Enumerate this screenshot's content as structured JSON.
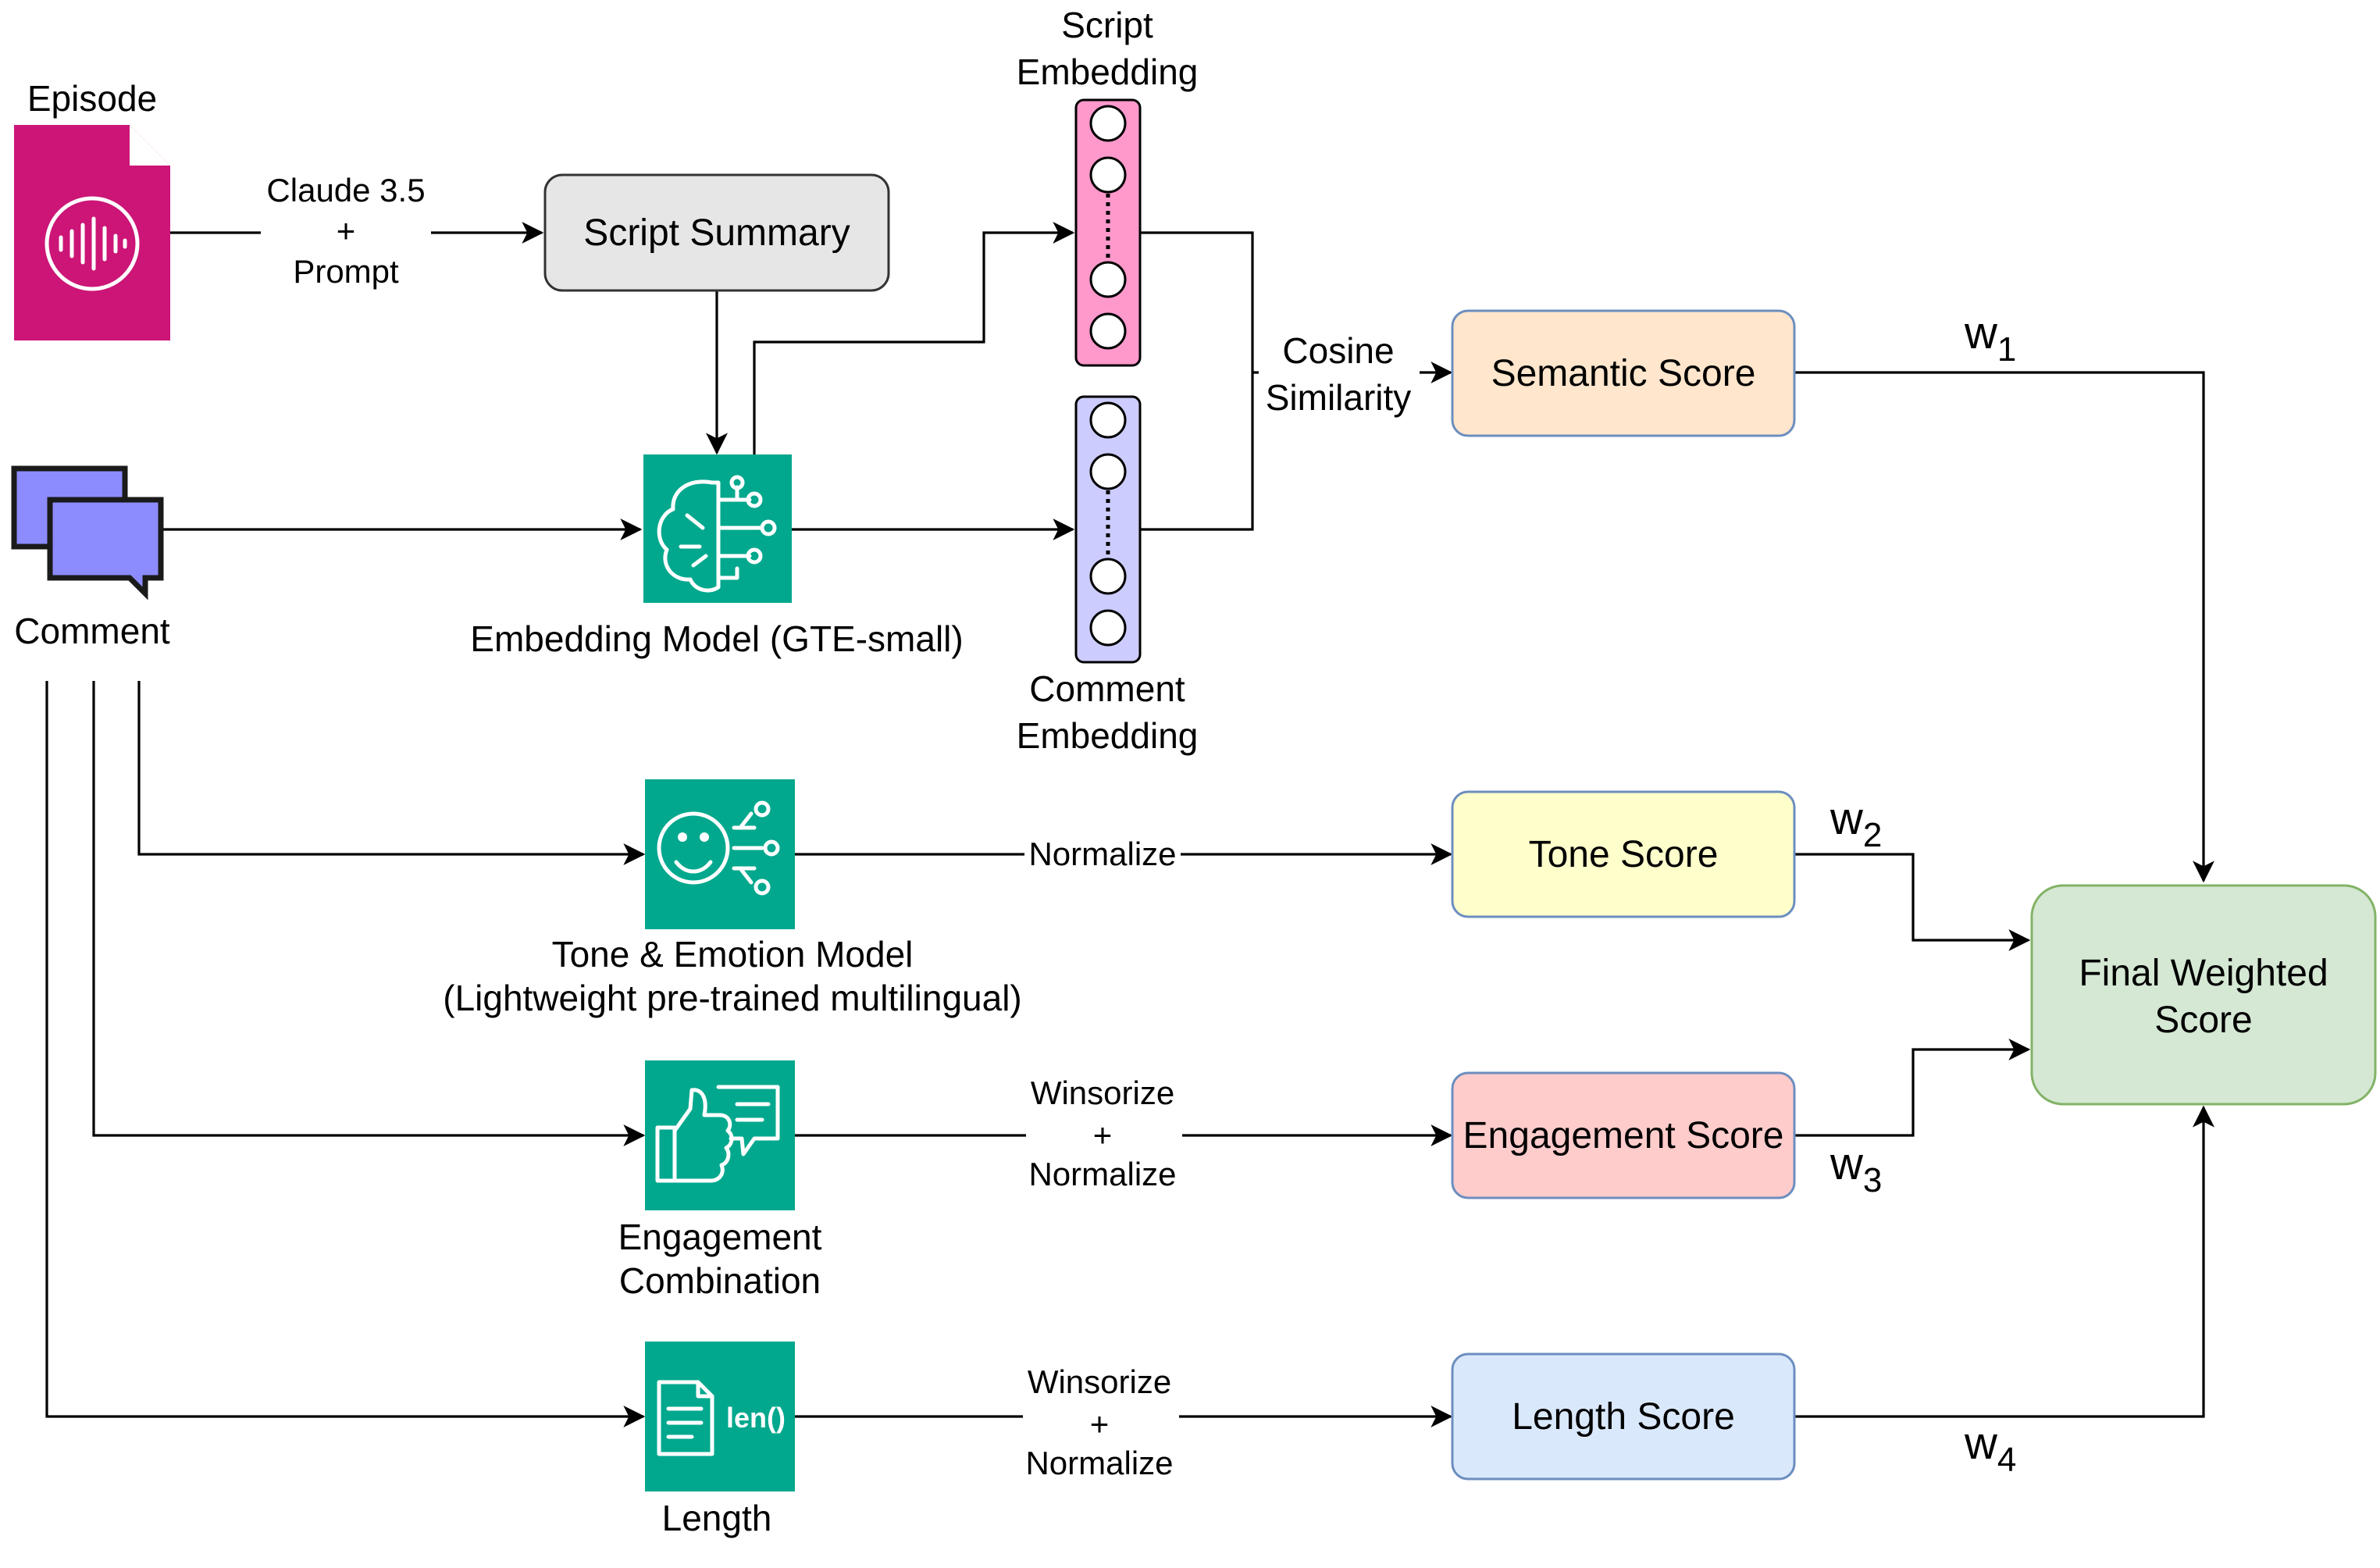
{
  "inputs": {
    "episode": "Episode",
    "comment": "Comment"
  },
  "edge_labels": {
    "llm_line1": "Claude 3.5",
    "llm_line2": "+",
    "llm_line3": "Prompt",
    "cosine_line1": "Cosine",
    "cosine_line2": "Similarity",
    "tone_normalize": "Normalize",
    "eng_line1": "Winsorize",
    "eng_line2": "+",
    "eng_line3": "Normalize",
    "len_line1": "Winsorize",
    "len_line2": "+",
    "len_line3": "Normalize"
  },
  "nodes": {
    "script_summary": "Script Summary",
    "embedding_model": "Embedding Model (GTE-small)",
    "script_embedding_line1": "Script",
    "script_embedding_line2": "Embedding",
    "comment_embedding_line1": "Comment",
    "comment_embedding_line2": "Embedding",
    "tone_model_line1": "Tone & Emotion Model",
    "tone_model_line2": "(Lightweight pre-trained multilingual)",
    "engagement_line1": "Engagement",
    "engagement_line2": "Combination",
    "length": "Length",
    "length_icon_text": "len()"
  },
  "scores": {
    "semantic": "Semantic Score",
    "tone": "Tone Score",
    "engagement": "Engagement Score",
    "length": "Length Score",
    "final_line1": "Final Weighted",
    "final_line2": "Score"
  },
  "weights": [
    {
      "letter": "w",
      "sub": "1"
    },
    {
      "letter": "w",
      "sub": "2"
    },
    {
      "letter": "w",
      "sub": "3"
    },
    {
      "letter": "w",
      "sub": "4"
    }
  ],
  "colors": {
    "episode_icon": "#CC1577",
    "comment_icon": "#8C8CFF",
    "model_icon": "#01A88D",
    "script_summary": "#E6E6E6",
    "script_embedding": "#FF99CC",
    "comment_embedding": "#CCCCFF",
    "semantic": "#FFE6CC",
    "tone": "#FFFFCC",
    "engagement": "#FFCCCC",
    "length": "#DAE8FC",
    "final": "#D5E8D4"
  },
  "icons": {
    "episode": "audio-file-icon",
    "comment": "chat-bubbles-icon",
    "embedding_model": "brain-circuit-icon",
    "tone_model": "smiley-face-icon",
    "engagement": "thumbs-up-chat-icon",
    "length": "document-length-icon"
  }
}
